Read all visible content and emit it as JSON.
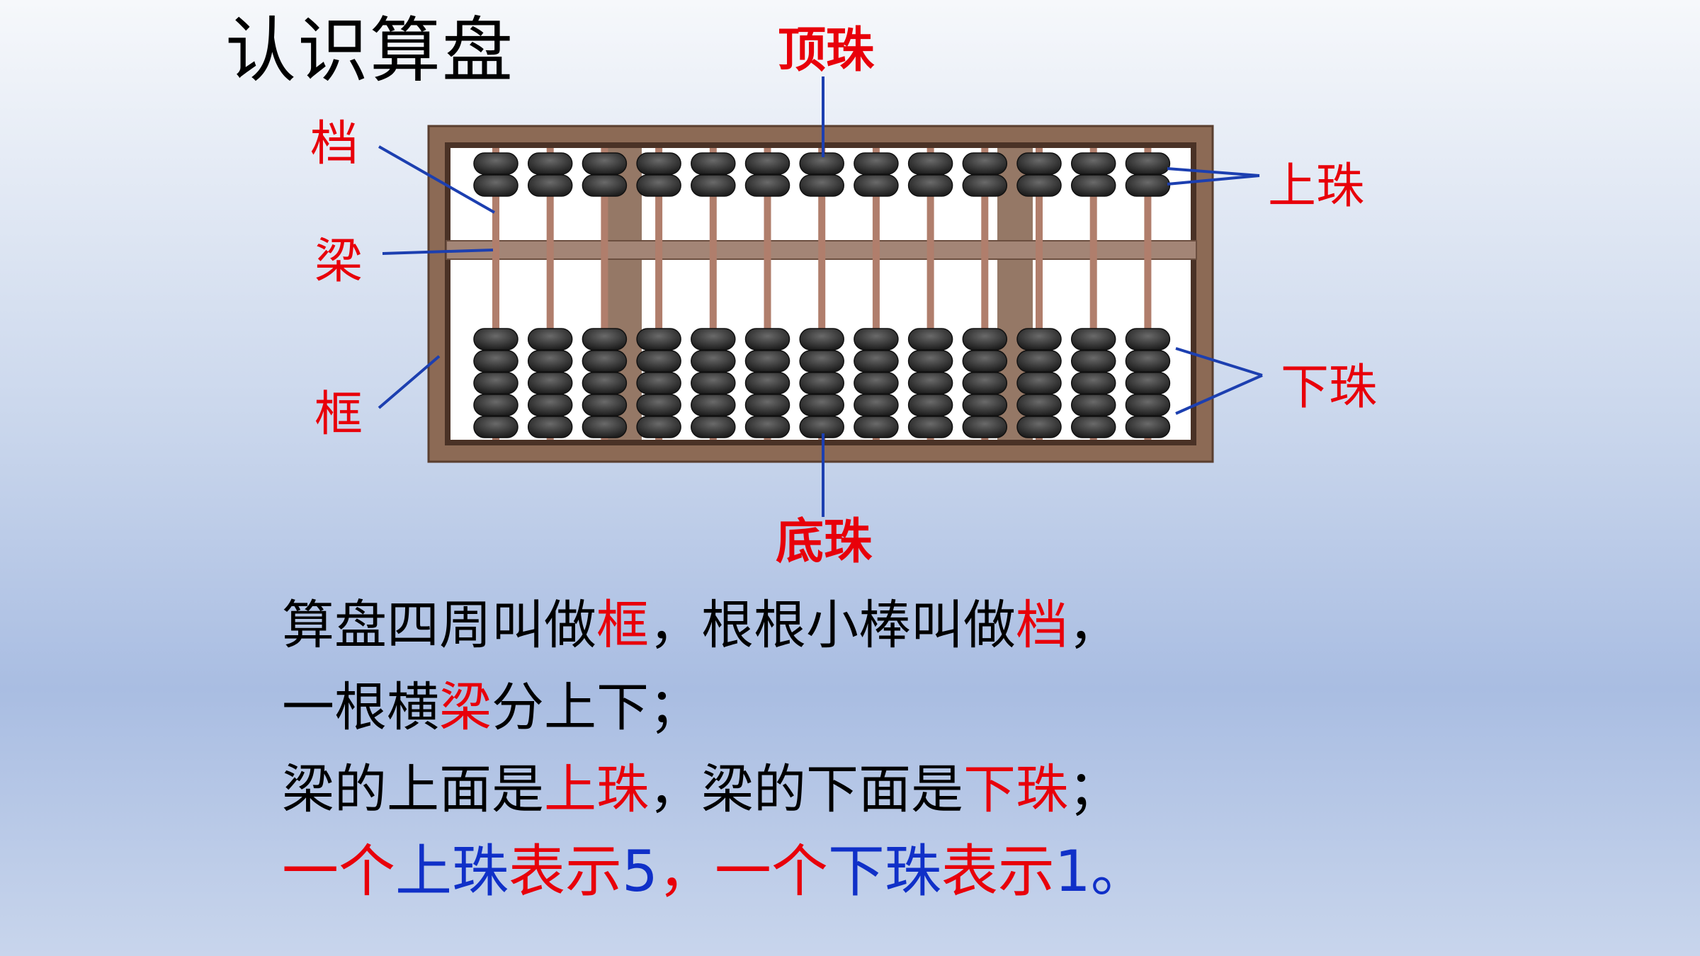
{
  "title": "认识算盘",
  "labels": {
    "dang": "档",
    "liang": "梁",
    "kuang": "框",
    "dingzhu": "顶珠",
    "shangzhu": "上珠",
    "xiazhu": "下珠",
    "dizhu": "底珠"
  },
  "abacus": {
    "rods": 13,
    "upper_beads_per_rod": 2,
    "lower_beads_per_rod": 5
  },
  "colors": {
    "frame": "#8c6a55",
    "rod": "#b07e6c",
    "bead": "#3b3b3b",
    "label_red": "#e8000a",
    "leader_blue": "#1c3fb0",
    "text_blue": "#1030c8"
  },
  "verse": [
    [
      {
        "text": "算盘四周叫做",
        "color": "black"
      },
      {
        "text": "框",
        "color": "red"
      },
      {
        "text": "，根根小棒叫做",
        "color": "black"
      },
      {
        "text": "档",
        "color": "red"
      },
      {
        "text": "，",
        "color": "black"
      }
    ],
    [
      {
        "text": "一根横",
        "color": "black"
      },
      {
        "text": "梁",
        "color": "red"
      },
      {
        "text": "分上下；",
        "color": "black"
      }
    ],
    [
      {
        "text": "梁的上面是",
        "color": "black"
      },
      {
        "text": "上珠",
        "color": "red"
      },
      {
        "text": "，梁的下面是",
        "color": "black"
      },
      {
        "text": "下珠",
        "color": "red"
      },
      {
        "text": "；",
        "color": "black"
      }
    ],
    [
      {
        "text": "一个",
        "color": "red"
      },
      {
        "text": "上珠",
        "color": "blue"
      },
      {
        "text": "表示",
        "color": "red"
      },
      {
        "text": "5",
        "color": "blue"
      },
      {
        "text": "，一个",
        "color": "red"
      },
      {
        "text": "下珠",
        "color": "blue"
      },
      {
        "text": "表示",
        "color": "red"
      },
      {
        "text": "1。",
        "color": "blue"
      }
    ]
  ]
}
